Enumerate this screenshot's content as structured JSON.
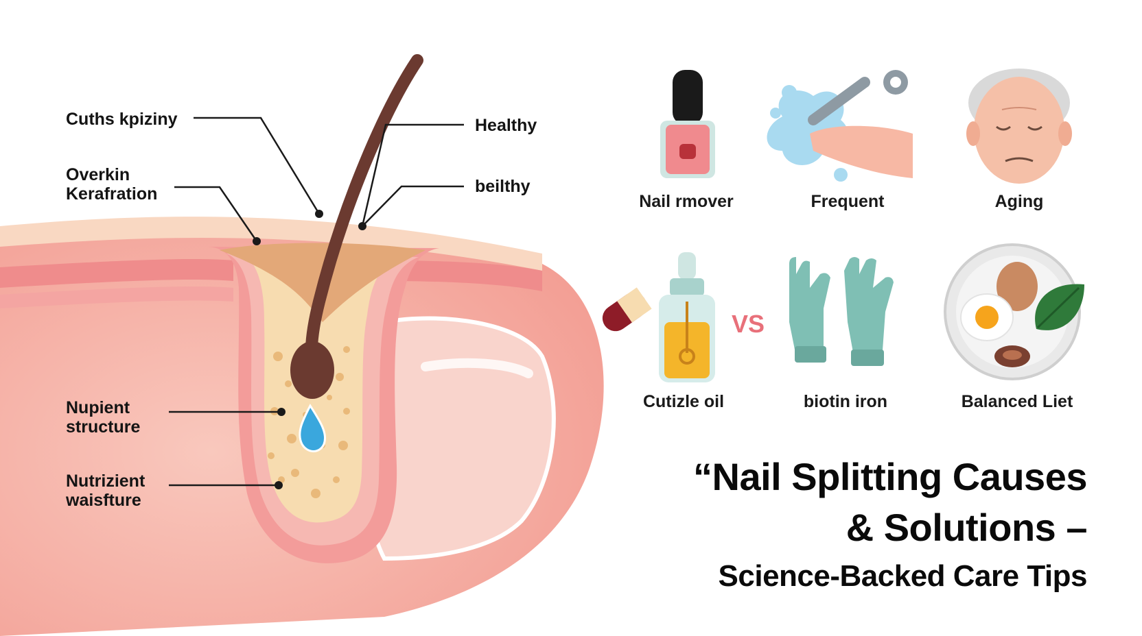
{
  "diagram": {
    "callouts": [
      {
        "id": "cuticle",
        "text": "Cuths kpiziny"
      },
      {
        "id": "overkin",
        "text": "Overkin\nKerafration"
      },
      {
        "id": "healthy",
        "text": "Healthy"
      },
      {
        "id": "beilthy",
        "text": "beilthy"
      },
      {
        "id": "nupient",
        "text": "Nupient\nstructure"
      },
      {
        "id": "nutrizient",
        "text": "Nutrizient\nwaisfture"
      }
    ]
  },
  "icons": [
    {
      "id": "nail-remover",
      "label": "Nail rmover",
      "icon": "nail-polish-bottle-icon"
    },
    {
      "id": "frequent",
      "label": "Frequent",
      "icon": "hand-washing-tool-icon"
    },
    {
      "id": "aging",
      "label": "Aging",
      "icon": "elderly-face-icon"
    },
    {
      "id": "cuticle-oil",
      "label": "Cutizle oil",
      "icon": "oil-dropper-bottle-icon"
    },
    {
      "id": "biotin-iron",
      "label": "biotin iron",
      "icon": "gloves-icon"
    },
    {
      "id": "balanced-diet",
      "label": "Balanced Liet",
      "icon": "food-plate-icon"
    }
  ],
  "vs_text": "VS",
  "title": {
    "line1": "“Nail Splitting Causes",
    "line2": "& Solutions –",
    "line3": "Science-Backed Care Tips"
  },
  "colors": {
    "skin": "#f4a9a0",
    "skin_light": "#f9cfc4",
    "nail_pink": "#f08a8e",
    "bed_cream": "#f7dfb4",
    "hair_brown": "#6b3a30",
    "water_blue": "#3aa7dd",
    "glove_teal": "#7fbfb4",
    "oil_yellow": "#f4b52a",
    "vs_pink": "#e8707a"
  }
}
